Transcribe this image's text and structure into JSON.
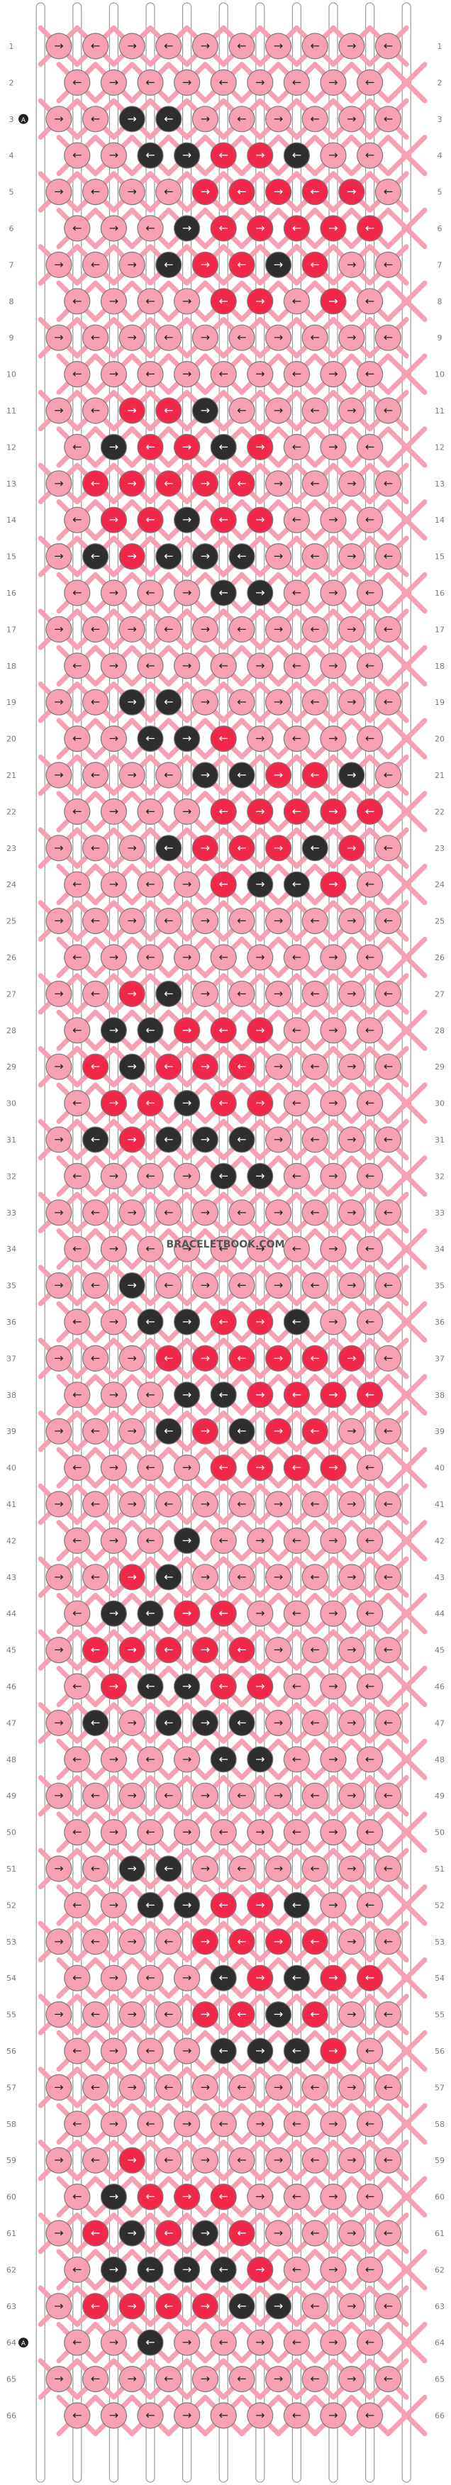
{
  "pattern": {
    "rows": 66,
    "knots_per_row": 10,
    "row_numbers": [
      "1",
      "2",
      "3",
      "4",
      "5",
      "6",
      "7",
      "8",
      "9",
      "10",
      "11",
      "12",
      "13",
      "14",
      "15",
      "16",
      "17",
      "18",
      "19",
      "20",
      "21",
      "22",
      "23",
      "24",
      "25",
      "26",
      "27",
      "28",
      "29",
      "30",
      "31",
      "32",
      "33",
      "34",
      "35",
      "36",
      "37",
      "38",
      "39",
      "40",
      "41",
      "42",
      "43",
      "44",
      "45",
      "46",
      "47",
      "48",
      "49",
      "50",
      "51",
      "52",
      "53",
      "54",
      "55",
      "56",
      "57",
      "58",
      "59",
      "60",
      "61",
      "62",
      "63",
      "64",
      "65",
      "66"
    ],
    "colors": {
      "A": "#f7a0b4",
      "B": "#2e2e2e",
      "C": "#f2284b"
    },
    "strand_start_labels": {
      "3": "A",
      "64": "A"
    },
    "watermark": "BRACELETBOOK.COM",
    "dark_knots": [
      [
        3,
        3
      ],
      [
        3,
        4
      ],
      [
        4,
        3
      ],
      [
        4,
        4
      ],
      [
        4,
        7
      ],
      [
        6,
        4
      ],
      [
        7,
        4
      ],
      [
        7,
        7
      ],
      [
        11,
        5
      ],
      [
        12,
        2
      ],
      [
        12,
        5
      ],
      [
        14,
        4
      ],
      [
        15,
        2
      ],
      [
        15,
        4
      ],
      [
        15,
        5
      ],
      [
        15,
        6
      ],
      [
        16,
        5
      ],
      [
        16,
        6
      ],
      [
        19,
        3
      ],
      [
        19,
        4
      ],
      [
        20,
        3
      ],
      [
        20,
        4
      ],
      [
        21,
        5
      ],
      [
        21,
        6
      ],
      [
        21,
        9
      ],
      [
        23,
        4
      ],
      [
        23,
        8
      ],
      [
        24,
        6
      ],
      [
        24,
        7
      ],
      [
        27,
        4
      ],
      [
        28,
        2
      ],
      [
        28,
        3
      ],
      [
        29,
        3
      ],
      [
        30,
        4
      ],
      [
        31,
        2
      ],
      [
        31,
        4
      ],
      [
        31,
        5
      ],
      [
        31,
        6
      ],
      [
        32,
        5
      ],
      [
        32,
        6
      ],
      [
        35,
        3
      ],
      [
        36,
        3
      ],
      [
        36,
        4
      ],
      [
        36,
        7
      ],
      [
        38,
        4
      ],
      [
        38,
        5
      ],
      [
        39,
        4
      ],
      [
        39,
        6
      ],
      [
        42,
        4
      ],
      [
        43,
        4
      ],
      [
        44,
        2
      ],
      [
        44,
        3
      ],
      [
        46,
        3
      ],
      [
        46,
        4
      ],
      [
        47,
        2
      ],
      [
        47,
        4
      ],
      [
        47,
        5
      ],
      [
        47,
        6
      ],
      [
        48,
        5
      ],
      [
        48,
        6
      ],
      [
        51,
        3
      ],
      [
        51,
        4
      ],
      [
        52,
        3
      ],
      [
        52,
        4
      ],
      [
        52,
        7
      ],
      [
        54,
        5
      ],
      [
        54,
        7
      ],
      [
        55,
        7
      ],
      [
        56,
        5
      ],
      [
        56,
        6
      ],
      [
        56,
        7
      ],
      [
        60,
        2
      ],
      [
        61,
        3
      ],
      [
        61,
        5
      ],
      [
        62,
        2
      ],
      [
        62,
        3
      ],
      [
        62,
        4
      ],
      [
        62,
        5
      ],
      [
        63,
        6
      ],
      [
        63,
        7
      ],
      [
        64,
        3
      ]
    ],
    "red_knots": [
      [
        4,
        5
      ],
      [
        4,
        6
      ],
      [
        5,
        5
      ],
      [
        5,
        6
      ],
      [
        5,
        7
      ],
      [
        5,
        8
      ],
      [
        5,
        9
      ],
      [
        6,
        5
      ],
      [
        6,
        6
      ],
      [
        6,
        7
      ],
      [
        6,
        8
      ],
      [
        6,
        9
      ],
      [
        7,
        5
      ],
      [
        7,
        6
      ],
      [
        7,
        8
      ],
      [
        8,
        5
      ],
      [
        8,
        6
      ],
      [
        8,
        8
      ],
      [
        11,
        3
      ],
      [
        11,
        4
      ],
      [
        12,
        3
      ],
      [
        12,
        4
      ],
      [
        12,
        6
      ],
      [
        13,
        2
      ],
      [
        13,
        3
      ],
      [
        13,
        4
      ],
      [
        13,
        5
      ],
      [
        13,
        6
      ],
      [
        14,
        2
      ],
      [
        14,
        3
      ],
      [
        14,
        5
      ],
      [
        14,
        6
      ],
      [
        15,
        3
      ],
      [
        20,
        5
      ],
      [
        21,
        7
      ],
      [
        21,
        8
      ],
      [
        22,
        5
      ],
      [
        22,
        6
      ],
      [
        22,
        7
      ],
      [
        22,
        8
      ],
      [
        22,
        9
      ],
      [
        23,
        5
      ],
      [
        23,
        6
      ],
      [
        23,
        7
      ],
      [
        23,
        9
      ],
      [
        24,
        5
      ],
      [
        24,
        8
      ],
      [
        27,
        3
      ],
      [
        28,
        4
      ],
      [
        28,
        5
      ],
      [
        28,
        6
      ],
      [
        29,
        2
      ],
      [
        29,
        4
      ],
      [
        29,
        5
      ],
      [
        29,
        6
      ],
      [
        30,
        2
      ],
      [
        30,
        3
      ],
      [
        30,
        5
      ],
      [
        30,
        6
      ],
      [
        31,
        3
      ],
      [
        36,
        5
      ],
      [
        36,
        6
      ],
      [
        37,
        4
      ],
      [
        37,
        5
      ],
      [
        37,
        6
      ],
      [
        37,
        7
      ],
      [
        37,
        8
      ],
      [
        37,
        9
      ],
      [
        38,
        6
      ],
      [
        38,
        7
      ],
      [
        38,
        8
      ],
      [
        38,
        9
      ],
      [
        39,
        5
      ],
      [
        39,
        7
      ],
      [
        39,
        8
      ],
      [
        40,
        5
      ],
      [
        40,
        6
      ],
      [
        40,
        7
      ],
      [
        40,
        8
      ],
      [
        43,
        3
      ],
      [
        44,
        4
      ],
      [
        44,
        5
      ],
      [
        45,
        2
      ],
      [
        45,
        3
      ],
      [
        45,
        4
      ],
      [
        45,
        5
      ],
      [
        45,
        6
      ],
      [
        46,
        2
      ],
      [
        46,
        5
      ],
      [
        46,
        6
      ],
      [
        52,
        5
      ],
      [
        52,
        6
      ],
      [
        53,
        5
      ],
      [
        53,
        6
      ],
      [
        53,
        7
      ],
      [
        53,
        8
      ],
      [
        54,
        6
      ],
      [
        54,
        8
      ],
      [
        54,
        9
      ],
      [
        55,
        5
      ],
      [
        55,
        6
      ],
      [
        55,
        8
      ],
      [
        56,
        8
      ],
      [
        59,
        3
      ],
      [
        60,
        3
      ],
      [
        60,
        4
      ],
      [
        60,
        5
      ],
      [
        61,
        2
      ],
      [
        61,
        4
      ],
      [
        61,
        6
      ],
      [
        62,
        6
      ],
      [
        63,
        2
      ],
      [
        63,
        3
      ],
      [
        63,
        4
      ],
      [
        63,
        5
      ]
    ]
  }
}
